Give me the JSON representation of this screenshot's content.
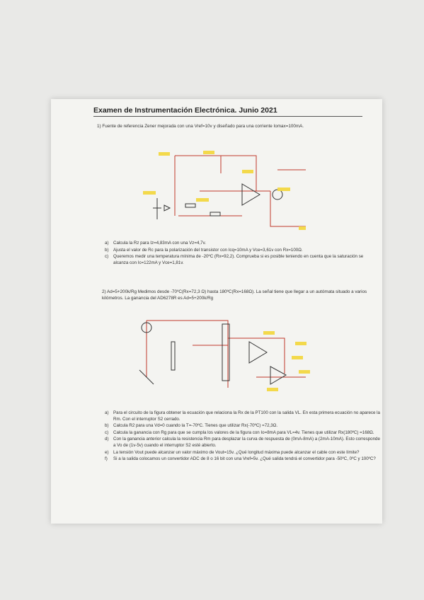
{
  "exam_title": "Examen de Instrumentación Electrónica. Junio 2021",
  "q1": {
    "statement": "1) Fuente de referencia Zener mejorada con una Vref=10v y diseñado para una corriente Iomax=100mA.",
    "items": [
      {
        "letter": "a)",
        "text": "Calcula la Rz para Iz=4,83mA con una Vz=4,7v."
      },
      {
        "letter": "b)",
        "text": "Ajusta el valor de Rc para la polarización del transistor con Icq=10mA y Vce=3,61v con Rx=100Ω."
      },
      {
        "letter": "c)",
        "text": "Queremos medir una temperatura mínima de -20ºC (Rx=92,2). Comprueba si es posible teniendo en cuenta que la saturación se alcanza con Ic=122mA y Vce=1,81v."
      }
    ]
  },
  "q2": {
    "statement": "2) Ad=5+200k/Rg Medimos desde -70ºC(Rx=72,3 Ω) hasta 180ºC(Rx=168Ω). La señal tiene que llegar a un autómata situado a varios kilómetros. La ganancia del AD6278R es Ad=5+200k/Rg",
    "items": [
      {
        "letter": "a)",
        "text": "Para el circuito de la figura obtener la ecuación que relaciona la Rx de la PT100 con la salida VL. En esta primera ecuación no aparece la Rm. Con el interruptor S2 cerrado."
      },
      {
        "letter": "b)",
        "text": "Calcula R2 para una Vd=0 cuando la T=-70ºC. Tienes que utilizar Rx(-70ºC) =72,3Ω."
      },
      {
        "letter": "c)",
        "text": "Calcula la ganancia con Rg para que se cumpla los valores de la figura con Io=8mA para VL=4v. Tienes que utilizar Rx(180ºC) =168Ω."
      },
      {
        "letter": "d)",
        "text": "Con la ganancia anterior calcula la resistencia Rm para desplazar la curva de respuesta de (0mA-8mA) a (2mA-10mA). Esto corresponde a Vo de (1v-5v) cuando el interruptor S2 esté abierto."
      },
      {
        "letter": "e)",
        "text": "La tensión Vout puede alcanzar un valor máximo de Vout=15v. ¿Qué longitud máxima puede alcanzar el cable con este límite?"
      },
      {
        "letter": "f)",
        "text": "Si a la salida colocamos un convertidor ADC de 8 o 16 bit con una Vref=5v. ¿Qué salida tendrá el convertidor para -50ºC, 0ºC y 100ºC?"
      }
    ]
  },
  "colors": {
    "paper": "#f4f4f1",
    "wire": "#c0392b",
    "highlight": "#f3d94b",
    "ink": "#333333"
  }
}
